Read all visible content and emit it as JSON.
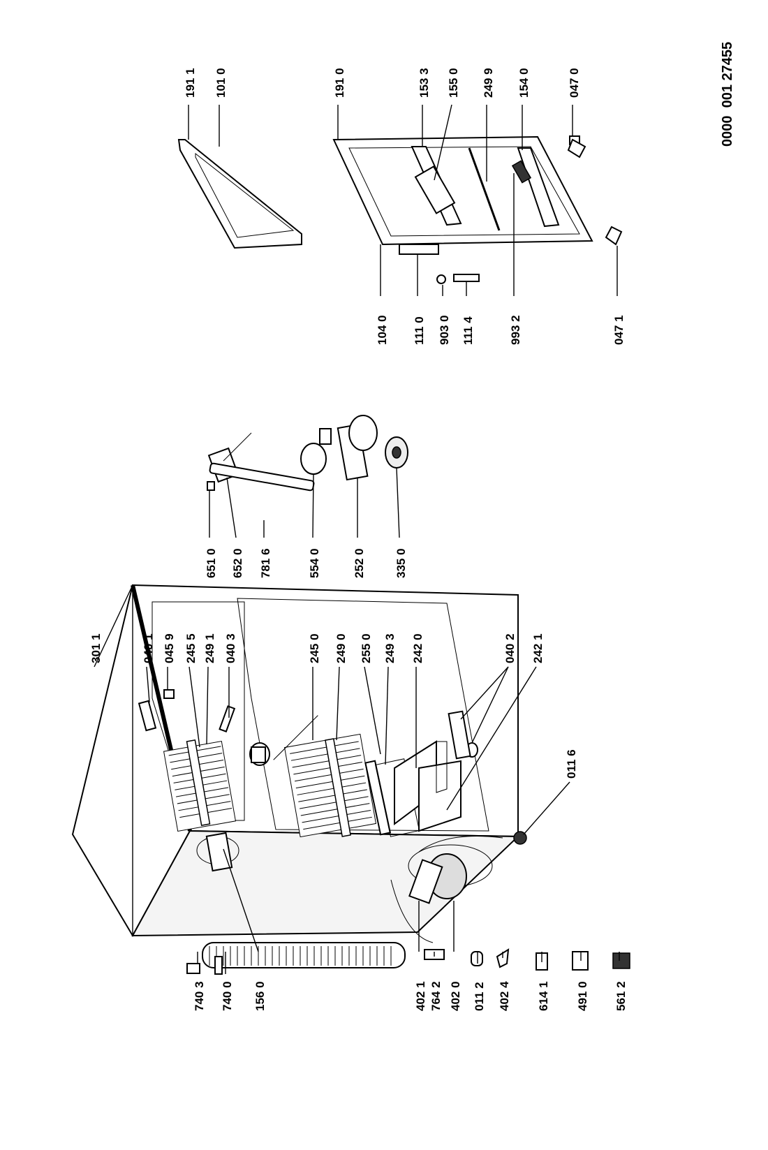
{
  "document_ref": "0000  001 27455",
  "labels": {
    "l740_3": "740 3",
    "l740_0": "740 0",
    "l156_0": "156 0",
    "l402_1": "402 1",
    "l764_2": "764 2",
    "l402_0": "402 0",
    "l011_2": "011 2",
    "l402_4": "402 4",
    "l614_1": "614 1",
    "l491_0": "491 0",
    "l561_2": "561 2",
    "l301_1": "301 1",
    "l040_1": "040 1",
    "l045_9": "045 9",
    "l245_5": "245 5",
    "l249_1": "249 1",
    "l040_3": "040 3",
    "l245_0": "245 0",
    "l249_0": "249 0",
    "l255_0": "255 0",
    "l249_3": "249 3",
    "l242_0": "242 0",
    "l040_2": "040 2",
    "l242_1": "242 1",
    "l011_6": "011 6",
    "l651_0": "651 0",
    "l652_0": "652 0",
    "l781_6": "781 6",
    "l554_0": "554 0",
    "l252_0": "252 0",
    "l335_0": "335 0",
    "l191_1": "191 1",
    "l101_0": "101 0",
    "l191_0": "191 0",
    "l153_3": "153 3",
    "l155_0": "155 0",
    "l249_9": "249 9",
    "l154_0": "154 0",
    "l047_0": "047 0",
    "l104_0": "104 0",
    "l111_0": "111 0",
    "l903_0": "903 0",
    "l111_4": "111 4",
    "l993_2": "993 2",
    "l047_1": "047 1"
  }
}
